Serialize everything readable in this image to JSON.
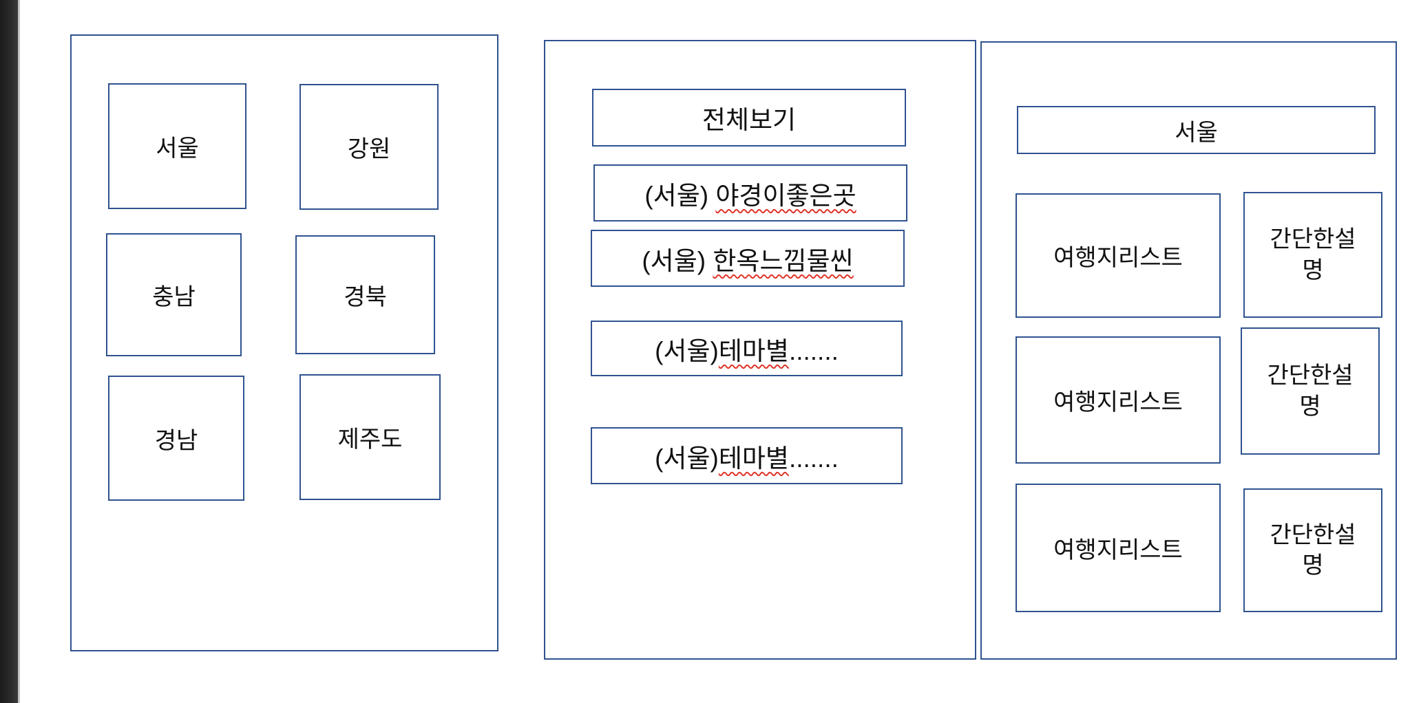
{
  "colors": {
    "panel_border": "#2F528F",
    "squiggle_red": "#E03427",
    "text": "#111111",
    "edge_strip": "#2B2B2B"
  },
  "region_panel": {
    "boxes": [
      {
        "label": "서울"
      },
      {
        "label": "강원"
      },
      {
        "label": "충남"
      },
      {
        "label": "경북"
      },
      {
        "label": "경남"
      },
      {
        "label": "제주도"
      }
    ]
  },
  "menu_panel": {
    "boxes": [
      {
        "prefix": "전체보기",
        "misspelled": "",
        "suffix": ""
      },
      {
        "prefix": "(서울) ",
        "misspelled": "야경이좋은곳",
        "suffix": ""
      },
      {
        "prefix": "(서울) ",
        "misspelled": "한옥느낌물씬",
        "suffix": ""
      },
      {
        "prefix": "(서울)",
        "misspelled": "테마별",
        "suffix": "......."
      },
      {
        "prefix": "(서울)",
        "misspelled": "테마별",
        "suffix": "......."
      }
    ]
  },
  "detail_panel": {
    "title": "서울",
    "rows": [
      {
        "list_label": "여행지리스트",
        "desc_label": "간단한설명"
      },
      {
        "list_label": "여행지리스트",
        "desc_label": "간단한설명"
      },
      {
        "list_label": "여행지리스트",
        "desc_label": "간단한설명"
      }
    ]
  }
}
